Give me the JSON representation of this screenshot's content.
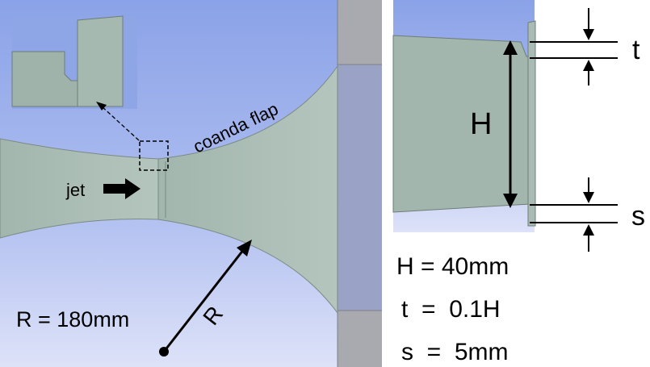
{
  "left_panel": {
    "label_coanda": "coanda flap",
    "label_jet": "jet",
    "label_radius_symbol": "R",
    "label_radius_value": "R = 180mm"
  },
  "right_panel": {
    "label_H": "H",
    "label_t": "t",
    "label_s": "s",
    "eq_H": "H = 40mm",
    "eq_t": "t  =  0.1H",
    "eq_s": "s  =  5mm"
  },
  "colors": {
    "bg_top": "#8ba3e6",
    "bg_bottom": "#d7ddf7",
    "body_fill": "#a8bcb3",
    "body_stroke": "#6f7f78",
    "plate_fill": "#9aa2c8",
    "arrow": "#000000"
  }
}
